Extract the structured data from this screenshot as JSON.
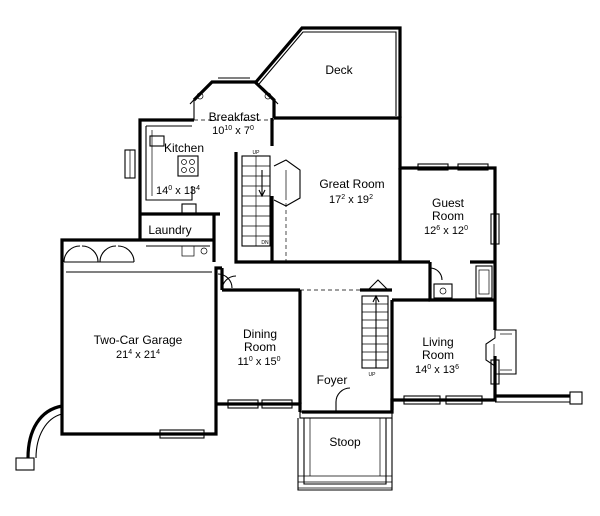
{
  "rooms": {
    "deck": {
      "name": "Deck"
    },
    "breakfast": {
      "name": "Breakfast",
      "w_ft": "10",
      "w_in": "10",
      "d_ft": "7",
      "d_in": "0"
    },
    "kitchen": {
      "name": "Kitchen",
      "w_ft": "14",
      "w_in": "0",
      "d_ft": "13",
      "d_in": "4"
    },
    "laundry": {
      "name": "Laundry"
    },
    "great_room": {
      "name": "Great Room",
      "w_ft": "17",
      "w_in": "2",
      "d_ft": "19",
      "d_in": "2"
    },
    "guest_room": {
      "name": "Guest",
      "name2": "Room",
      "w_ft": "12",
      "w_in": "6",
      "d_ft": "12",
      "d_in": "0"
    },
    "garage": {
      "name": "Two-Car Garage",
      "w_ft": "21",
      "w_in": "4",
      "d_ft": "21",
      "d_in": "4"
    },
    "dining": {
      "name": "Dining",
      "name2": "Room",
      "w_ft": "11",
      "w_in": "0",
      "d_ft": "15",
      "d_in": "0"
    },
    "living": {
      "name": "Living",
      "name2": "Room",
      "w_ft": "14",
      "w_in": "0",
      "d_ft": "13",
      "d_in": "6"
    },
    "foyer": {
      "name": "Foyer"
    },
    "stoop": {
      "name": "Stoop"
    }
  },
  "stair_labels": {
    "up": "UP",
    "dn": "DN"
  },
  "dimension_separator": "x"
}
